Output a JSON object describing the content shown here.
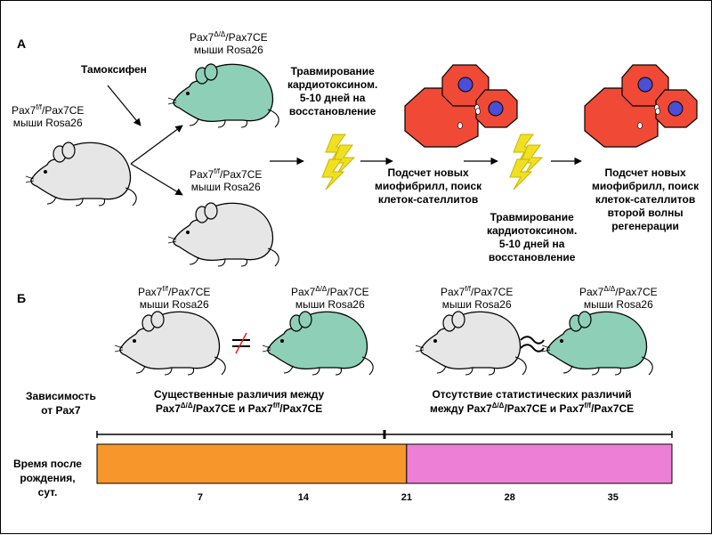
{
  "panelA": {
    "label": "А",
    "tamoxifen": "Тамоксифен",
    "startMouse": [
      "Pax7",
      "f/f",
      "/Pax7CE",
      "мыши Rosa26"
    ],
    "deltaMouse": [
      "Pax7",
      "Δ/Δ",
      "/Pax7CE",
      "мыши Rosa26"
    ],
    "ffMouse": [
      "Pax7",
      "f/f",
      "/Pax7CE",
      "мыши Rosa26"
    ],
    "injury1": [
      "Травмирование",
      "кардиотоксином.",
      "5-10 дней на",
      "восстановление"
    ],
    "count1": [
      "Подсчет новых",
      "миофибрилл, поиск",
      "клеток-сателлитов"
    ],
    "injury2": [
      "Травмирование",
      "кардиотоксином.",
      "5-10 дней на",
      "восстановление"
    ],
    "count2": [
      "Подсчет новых",
      "миофибрилл, поиск",
      "клеток-сателлитов",
      "второй волны",
      "регенерации"
    ]
  },
  "panelB": {
    "label": "Б",
    "mouse1": [
      "Pax7",
      "f/f",
      "/Pax7CE",
      "мыши Rosa26"
    ],
    "mouse2": [
      "Pax7",
      "Δ/Δ",
      "/Pax7CE",
      "мыши Rosa26"
    ],
    "mouse3": [
      "Pax7",
      "f/f",
      "/Pax7CE",
      "мыши Rosa26"
    ],
    "mouse4": [
      "Pax7",
      "Δ/Δ",
      "/Pax7CE",
      "мыши Rosa26"
    ],
    "dependence": [
      "Зависимость",
      "от Pax7"
    ],
    "diff": [
      "Существенные различия между",
      "Pax7",
      "Δ/Δ",
      "/Pax7CE  и  Pax7",
      "f/f",
      "/Pax7CE"
    ],
    "nodiff": [
      "Отсутствие статистических различий",
      "между Pax7",
      "Δ/Δ",
      "/Pax7CE  и  Pax7",
      "f/f",
      "/Pax7CE"
    ],
    "timeLabel": [
      "Время после",
      "рождения,",
      "сут."
    ],
    "ticks": [
      "7",
      "14",
      "21",
      "28",
      "35"
    ]
  },
  "timeline": {
    "start": 0,
    "split": 21,
    "end": 39,
    "tickValues": [
      7,
      14,
      21,
      28,
      35
    ]
  },
  "colors": {
    "mutant": "#8ecfb8",
    "control": "#e6e6e6",
    "muscle": "#f04a36",
    "nucleus": "#4b4fd8",
    "bolt": "#f0e022",
    "phase1": "#f7962a",
    "phase2": "#ee7fd6"
  }
}
